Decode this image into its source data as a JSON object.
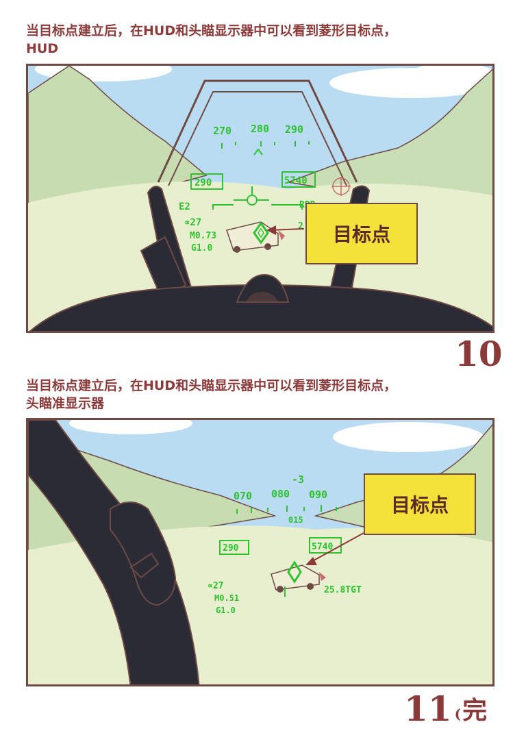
{
  "panels": [
    {
      "caption_line1": "当目标点建立后，在HUD和头瞄显示器中可以看到菱形目标点，",
      "caption_line2": "HUD",
      "label": "目标点",
      "number": "10",
      "hud": {
        "heading_ticks": [
          "270",
          "280",
          "290"
        ],
        "airspeed": "290",
        "altitude": "5740",
        "mode": "E2",
        "alpha": "∝27",
        "mach": "M0.73",
        "g": "G1.0",
        "range": "2",
        "aux": "RDR"
      }
    },
    {
      "caption_line1": "当目标点建立后，在HUD和头瞄显示器中可以看到菱形目标点，",
      "caption_line2": "头瞄准显示器",
      "label": "目标点",
      "number": "11",
      "number_suffix": "完",
      "hud": {
        "pitch": "-3",
        "heading_ticks": [
          "070",
          "080",
          "090"
        ],
        "heading_sub": "015",
        "airspeed": "290",
        "altitude": "5740",
        "alpha": "∝27",
        "mach": "M0.51",
        "g": "G1.0",
        "target_range": "25.8TGT"
      }
    }
  ],
  "colors": {
    "caption": "#8b3a3a",
    "hud_green": "#2ec22e",
    "label_yellow": "#f4e23a",
    "frame": "#6e4a45"
  }
}
